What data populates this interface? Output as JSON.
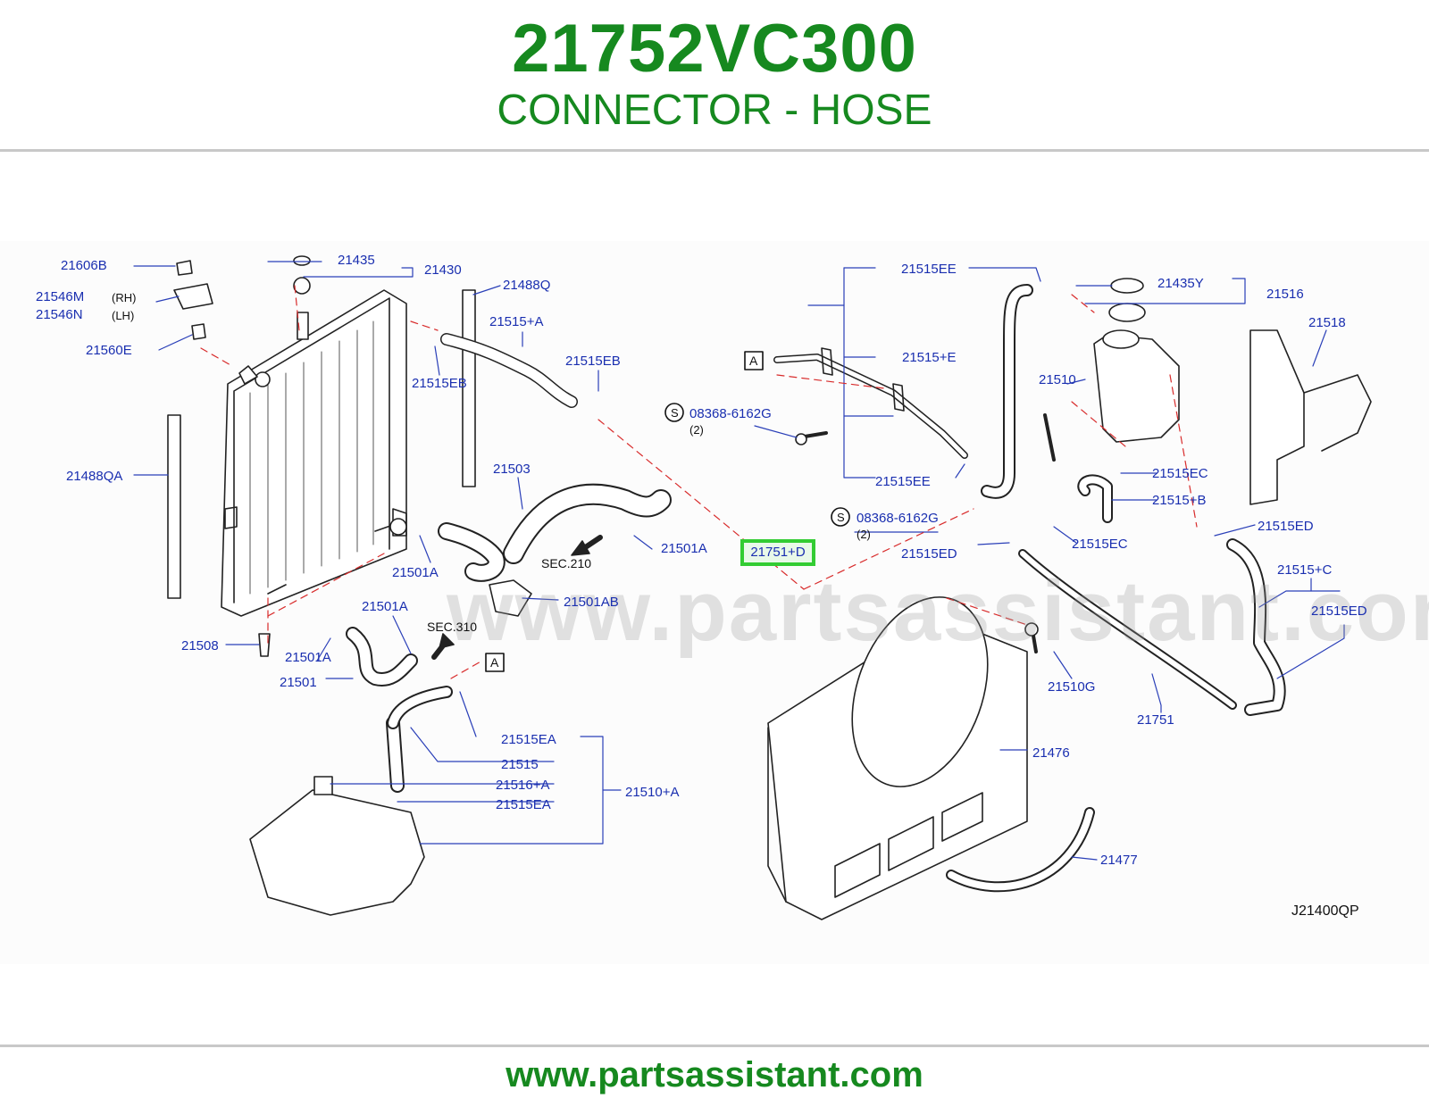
{
  "header": {
    "part_number": "21752VC300",
    "part_name": "CONNECTOR - HOSE"
  },
  "footer": {
    "url": "www.partsassistant.com"
  },
  "diagram": {
    "watermark": "www.partsassistant.com",
    "figure_code": "J21400QP",
    "highlighted_label": "21751+D",
    "labels": {
      "l21606B": "21606B",
      "l21546M": "21546M",
      "l21546N": "21546N",
      "rh": "(RH)",
      "lh": "(LH)",
      "l21560E": "21560E",
      "l21435": "21435",
      "l21430": "21430",
      "l21488Q": "21488Q",
      "l21515A": "21515+A",
      "l21515EB_a": "21515EB",
      "l21515EB_b": "21515EB",
      "l21488QA": "21488QA",
      "l21503": "21503",
      "l21501A_a": "21501A",
      "l21501A_b": "21501A",
      "l21501A_c": "21501A",
      "l21501A_d": "21501A",
      "sec210": "SEC.210",
      "l21501AB": "21501AB",
      "l21508": "21508",
      "sec310": "SEC.310",
      "l21501": "21501",
      "a_bottom": "A",
      "l21515EA_a": "21515EA",
      "l21515": "21515",
      "l21516A": "21516+A",
      "l21515EA_b": "21515EA",
      "l21510A": "21510+A",
      "l21515EE_a": "21515EE",
      "a_top": "A",
      "l21515E": "21515+E",
      "s1": "S",
      "bolt1": "08368-6162G",
      "qty1": "(2)",
      "l21515EE_b": "21515EE",
      "s2": "S",
      "bolt2": "08368-6162G",
      "qty2": "(2)",
      "l21435Y": "21435Y",
      "l21516": "21516",
      "l21518": "21518",
      "l21510": "21510",
      "l21515EC_a": "21515EC",
      "l21515B": "21515+B",
      "l21515ED_a": "21515ED",
      "l21515EC_b": "21515EC",
      "l21515ED_b": "21515ED",
      "l21515C": "21515+C",
      "l21515ED_c": "21515ED",
      "l21510G": "21510G",
      "l21751": "21751",
      "l21476": "21476",
      "l21477": "21477"
    }
  }
}
